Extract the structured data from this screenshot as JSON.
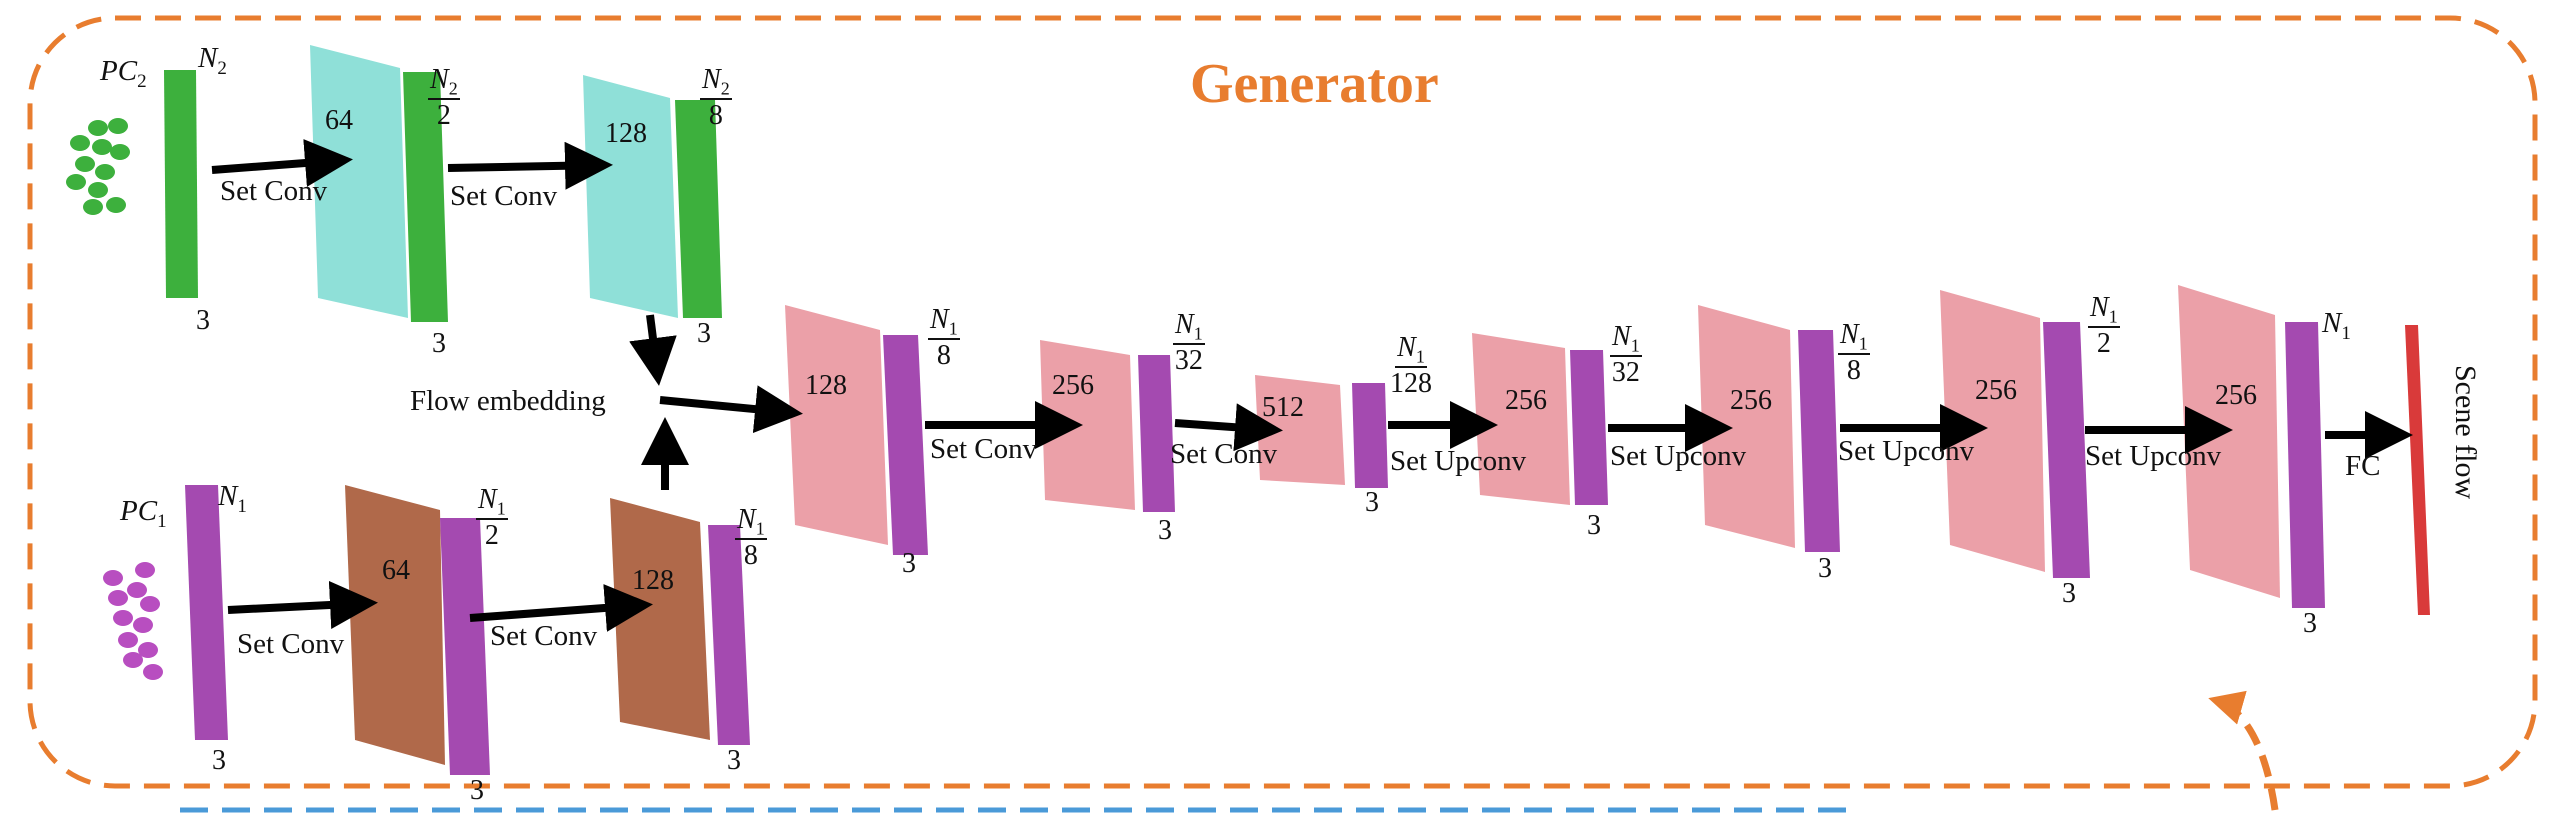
{
  "title": "Generator",
  "colors": {
    "frame_orange": "#E87D2F",
    "frame_blue": "#4A9AD8",
    "green_bar": "#3DB03D",
    "cyan_block": "#8FE0D8",
    "brown_block": "#B0694A",
    "purple_bar": "#A44AB0",
    "pink_block": "#EBA0A8",
    "red_bar": "#D93A3A"
  },
  "inputs": {
    "pc2_label": "PC",
    "pc2_sub": "2",
    "pc1_label": "PC",
    "pc1_sub": "1"
  },
  "points_label": "N",
  "set_conv": "Set Conv",
  "set_upconv": "Set Upconv",
  "flow_embedding": "Flow embedding",
  "fc": "FC",
  "output": "Scene flow",
  "three": "3",
  "branch_pc2": {
    "n_sub": "2",
    "channels": [
      "64",
      "128"
    ],
    "divisors": [
      "2",
      "8"
    ]
  },
  "branch_pc1": {
    "n_sub": "1",
    "channels": [
      "64",
      "128"
    ],
    "divisors": [
      "2",
      "8"
    ]
  },
  "main": {
    "channels": [
      "128",
      "256",
      "512",
      "256",
      "256",
      "256",
      "256"
    ],
    "divisors": [
      "8",
      "32",
      "128",
      "32",
      "8",
      "2"
    ]
  }
}
